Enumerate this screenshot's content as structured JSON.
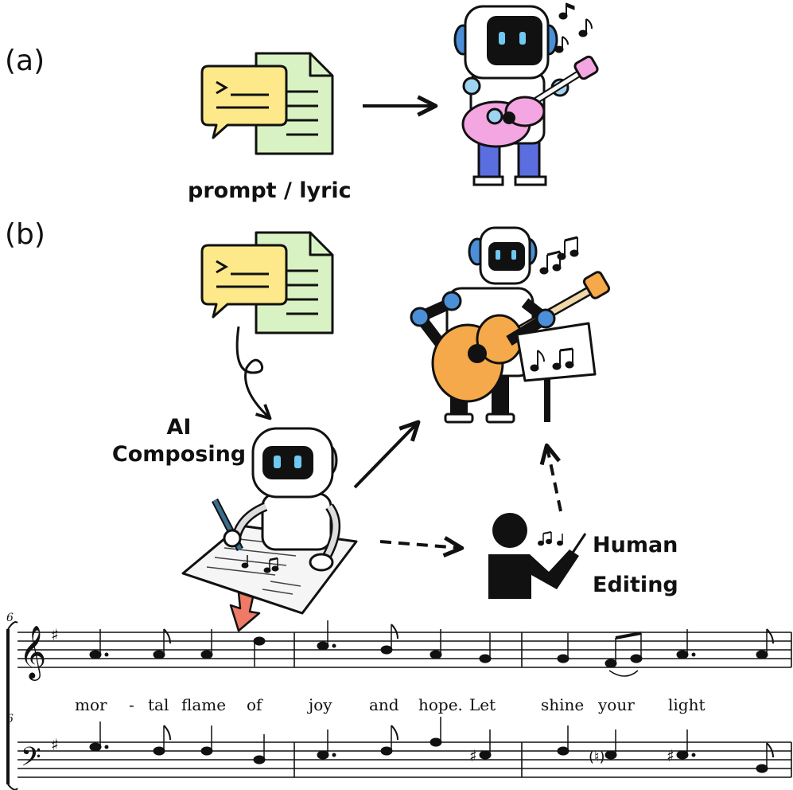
{
  "panels": {
    "a": {
      "label": "(a)",
      "input_caption": "prompt / lyric"
    },
    "b": {
      "label": "(b)",
      "ai_caption_line1": "AI",
      "ai_caption_line2": "Composing",
      "human_caption_line1": "Human",
      "human_caption_line2": "Editing"
    }
  },
  "score": {
    "measure_number_top": "6",
    "measure_number_bottom": "6",
    "lyrics": [
      "mor",
      "-",
      "tal",
      "flame",
      "of",
      "joy",
      "and",
      "hope.",
      "Let",
      "shine",
      "your",
      "light"
    ]
  },
  "colors": {
    "note_yellow": "#fde98a",
    "doc_green": "#d9f2c4",
    "robot_blue": "#4a8fd8",
    "guitar_pink": "#f4a6e2",
    "guitar_orange": "#f5a94a",
    "jeans_blue": "#5b6ee0",
    "arrow_red": "#ef7a66"
  },
  "icons": [
    "prompt-icon",
    "robot-guitar-icon",
    "robot-composer-icon",
    "human-editor-icon",
    "music-note-icon"
  ]
}
